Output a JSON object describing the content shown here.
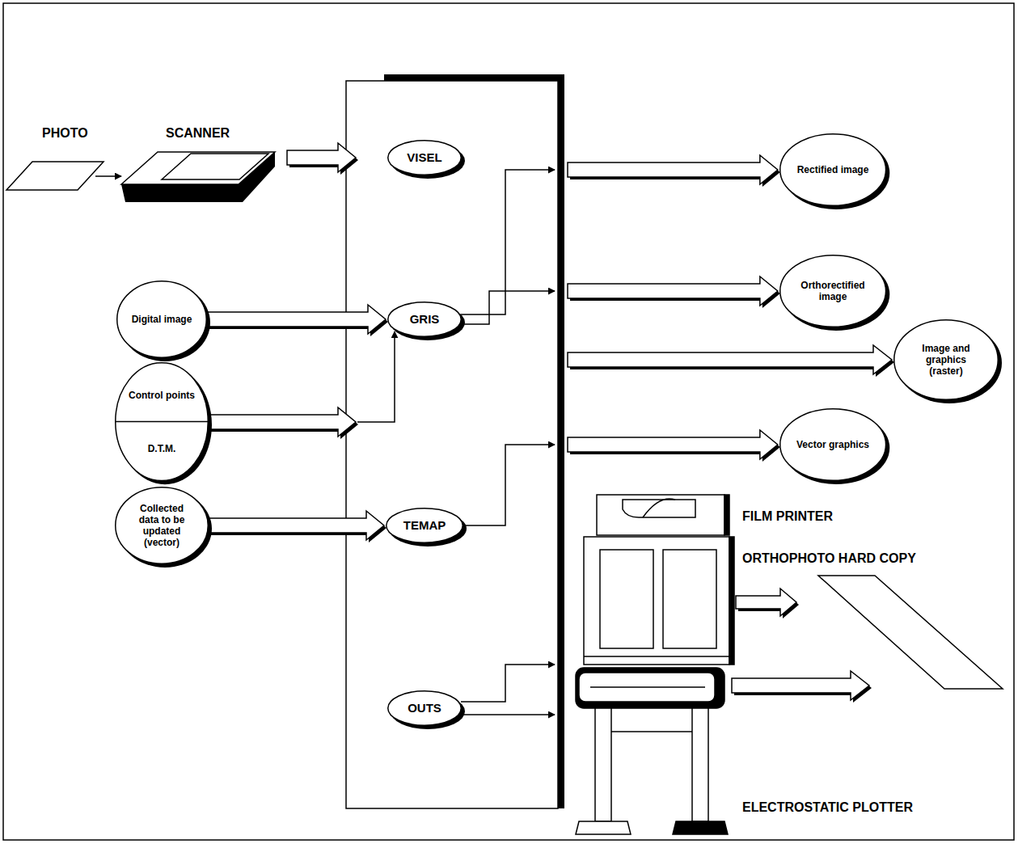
{
  "diagram": {
    "nodes": [
      {
        "text": [
          "Digital image"
        ]
      },
      {
        "text": [
          "Control points",
          "D.T.M."
        ]
      },
      {
        "text": [
          "Collected data to be updated (vector)"
        ]
      },
      {
        "text": [
          "VISEL"
        ]
      },
      {
        "text": [
          "GRIS"
        ]
      },
      {
        "text": [
          "TEMAP"
        ]
      },
      {
        "text": [
          "OUTS"
        ]
      },
      {
        "text": [
          "Rectified image"
        ]
      },
      {
        "text": [
          "Orthorectified image"
        ]
      },
      {
        "text": [
          "Image and graphics (raster)"
        ]
      },
      {
        "text": [
          "Vector graphics"
        ]
      }
    ],
    "edges": [
      {
        "from": 0,
        "to": 4,
        "arrow": "to"
      },
      {
        "from": 1,
        "to": 4,
        "arrow": "to"
      },
      {
        "from": 2,
        "to": 5,
        "arrow": "to"
      },
      {
        "from": 4,
        "to": 7,
        "arrow": "to"
      },
      {
        "from": 4,
        "to": 8,
        "arrow": "to"
      },
      {
        "from": 5,
        "to": 10,
        "arrow": "to"
      }
    ],
    "labels": [
      "PHOTO",
      "SCANNER",
      "FILM PRINTER",
      "ORTHOPHOTO HARD COPY",
      "ELECTROSTATIC PLOTTER"
    ]
  }
}
